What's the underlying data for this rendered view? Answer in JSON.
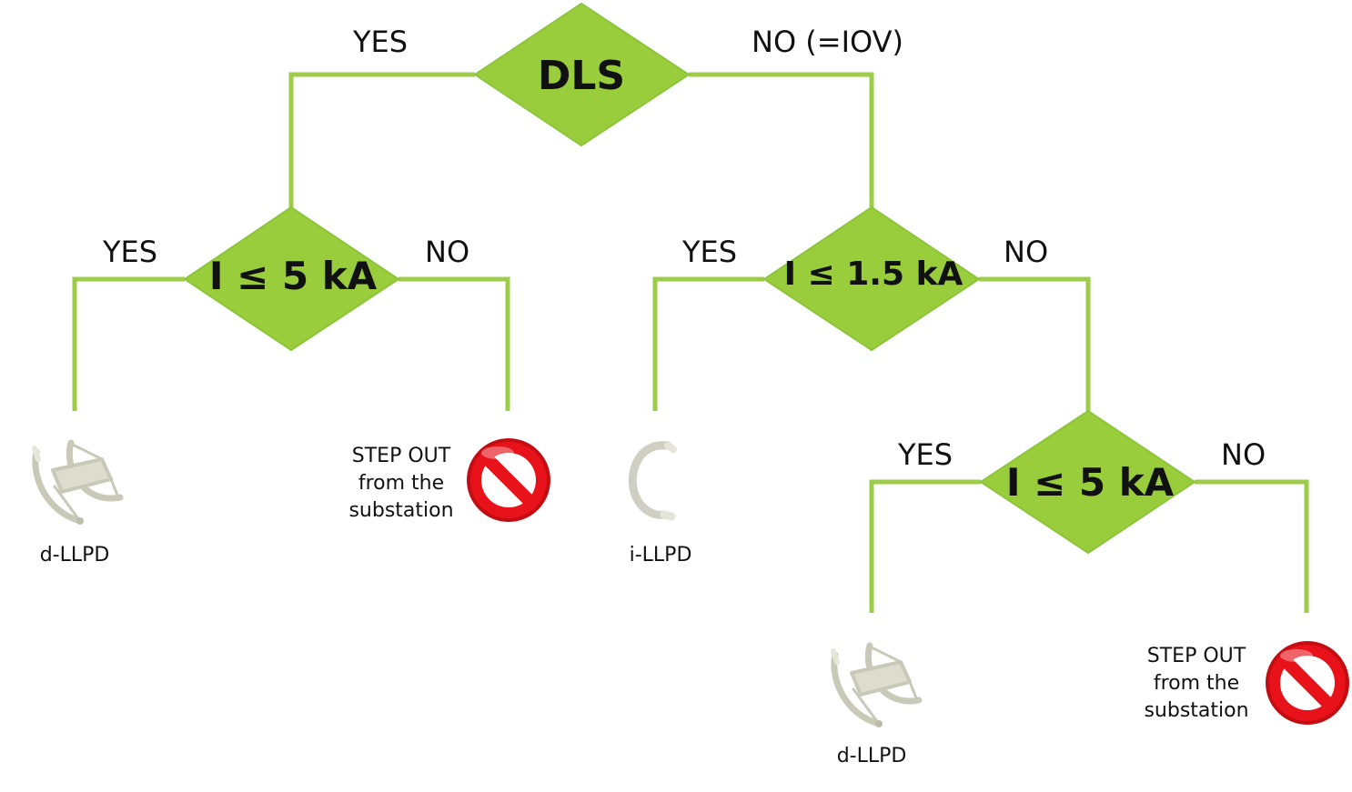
{
  "colors": {
    "connector": "#9dcb4a",
    "diamond_fill": "#9acd3c",
    "diamond_stroke": "#8cc43a",
    "stop_red": "#e8121a",
    "device_gray": "#c9c9b8"
  },
  "decisions": {
    "root": {
      "text": "DLS"
    },
    "left": {
      "text": "I ≤ 5 kA"
    },
    "right": {
      "text": "I ≤ 1.5 kA"
    },
    "lower": {
      "text": "I ≤ 5 kA"
    }
  },
  "branches": {
    "root_yes": "YES",
    "root_no": "NO (=IOV)",
    "left_yes": "YES",
    "left_no": "NO",
    "right_yes": "YES",
    "right_no": "NO",
    "lower_yes": "YES",
    "lower_no": "NO"
  },
  "outcomes": {
    "d_llpd_1": {
      "label": "d-LLPD",
      "icon": "d-llpd-device-icon"
    },
    "stop_1": {
      "lines": [
        "STEP OUT",
        "from the",
        "substation"
      ],
      "icon": "no-entry-icon"
    },
    "i_llpd": {
      "label": "i-LLPD",
      "icon": "i-llpd-device-icon"
    },
    "d_llpd_2": {
      "label": "d-LLPD",
      "icon": "d-llpd-device-icon"
    },
    "stop_2": {
      "lines": [
        "STEP OUT",
        "from the",
        "substation"
      ],
      "icon": "no-entry-icon"
    }
  }
}
